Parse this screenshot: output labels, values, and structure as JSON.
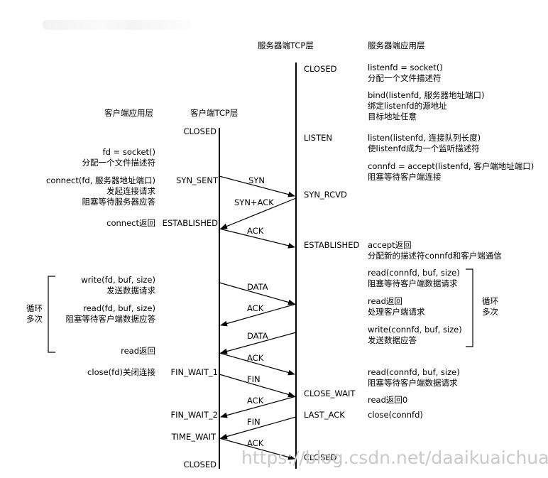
{
  "headers": {
    "server_tcp": "服务器端TCP层",
    "server_app": "服务器端应用层",
    "client_app": "客户端应用层",
    "client_tcp": "客户端TCP层"
  },
  "client_states": {
    "closed_top": "CLOSED",
    "syn_sent": "SYN_SENT",
    "established": "ESTABLISHED",
    "fin_wait_1": "FIN_WAIT_1",
    "fin_wait_2": "FIN_WAIT_2",
    "time_wait": "TIME_WAIT",
    "closed_bottom": "CLOSED"
  },
  "server_states": {
    "closed_top": "CLOSED",
    "listen": "LISTEN",
    "syn_rcvd": "SYN_RCVD",
    "established": "ESTABLISHED",
    "close_wait": "CLOSE_WAIT",
    "last_ack": "LAST_ACK",
    "closed_bottom": "CLOSED"
  },
  "client_app": {
    "socket_1": "fd = socket()",
    "socket_2": "分配一个文件描述符",
    "connect_1": "connect(fd, 服务器地址端口)",
    "connect_2": "发起连接请求",
    "connect_3": "阻塞等待服务器应答",
    "connect_ret": "connect返回",
    "write_1": "write(fd, buf, size)",
    "write_2": "发送数据请求",
    "read_1": "read(fd, buf, size)",
    "read_2": "阻塞等待客户端数据应答",
    "read_ret": "read返回",
    "close": "close(fd)关闭连接",
    "loop_1": "循环",
    "loop_2": "多次"
  },
  "server_app": {
    "listenfd_1": "listenfd = socket()",
    "listenfd_2": "分配一个文件描述符",
    "bind_1": "bind(listenfd, 服务器地址端口)",
    "bind_2": "绑定listenfd的源地址",
    "bind_3": "目标地址任意",
    "listen_1": "listen(listenfd, 连接队列长度)",
    "listen_2": "使listenfd成为一个监听描述符",
    "accept_1": "connfd = accept(listenfd, 客户端地址端口)",
    "accept_2": "阻塞等待客户端连接",
    "accept_ret_1": "accept返回",
    "accept_ret_2": "分配新的描述符connfd和客户端通信",
    "read_1": "read(connfd, buf, size)",
    "read_2": "阻塞等待客户端数据请求",
    "read_ret_1": "read返回",
    "read_ret_2": "处理客户端请求",
    "write_1": "write(connfd, buf, size)",
    "write_2": "发送数据应答",
    "read2_1": "read(connfd, buf, size)",
    "read2_2": "阻塞等待客户端数据请求",
    "read2_3": "read返回0",
    "close": "close(connfd)",
    "loop_1": "循环",
    "loop_2": "多次"
  },
  "messages": {
    "syn": "SYN",
    "syn_ack": "SYN+ACK",
    "ack_1": "ACK",
    "data_1": "DATA",
    "ack_2": "ACK",
    "data_2": "DATA",
    "ack_3": "ACK",
    "fin_1": "FIN",
    "ack_4": "ACK",
    "fin_2": "FIN",
    "ack_5": "ACK"
  },
  "watermark": "https://blog.csdn.net/daaikuaichuan"
}
